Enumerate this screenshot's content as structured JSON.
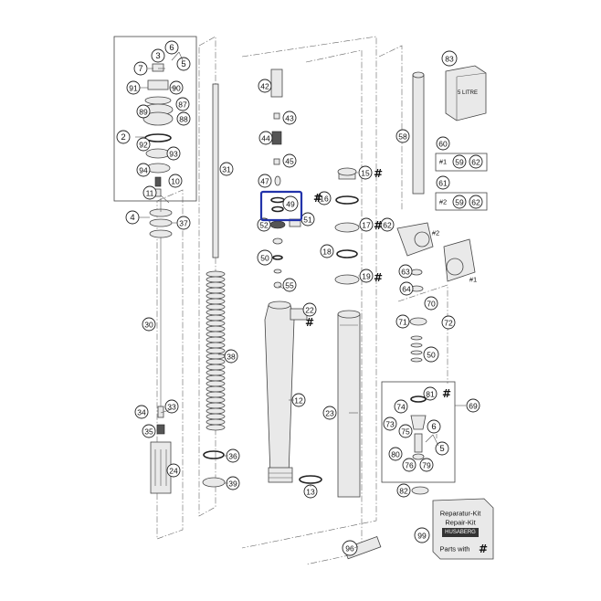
{
  "highlighted_part": "49",
  "callouts": [
    {
      "id": "3",
      "n": "3"
    },
    {
      "id": "6a",
      "n": "6"
    },
    {
      "id": "5a",
      "n": "5"
    },
    {
      "id": "7",
      "n": "7"
    },
    {
      "id": "91",
      "n": "91"
    },
    {
      "id": "90",
      "n": "90"
    },
    {
      "id": "87",
      "n": "87"
    },
    {
      "id": "89",
      "n": "89"
    },
    {
      "id": "88",
      "n": "88"
    },
    {
      "id": "2",
      "n": "2"
    },
    {
      "id": "92",
      "n": "92"
    },
    {
      "id": "93",
      "n": "93"
    },
    {
      "id": "94",
      "n": "94"
    },
    {
      "id": "10",
      "n": "10"
    },
    {
      "id": "11",
      "n": "11"
    },
    {
      "id": "4",
      "n": "4"
    },
    {
      "id": "37",
      "n": "37"
    },
    {
      "id": "30",
      "n": "30"
    },
    {
      "id": "34",
      "n": "34"
    },
    {
      "id": "33",
      "n": "33"
    },
    {
      "id": "35",
      "n": "35"
    },
    {
      "id": "24",
      "n": "24"
    },
    {
      "id": "31",
      "n": "31"
    },
    {
      "id": "38",
      "n": "38"
    },
    {
      "id": "36",
      "n": "36"
    },
    {
      "id": "39",
      "n": "39"
    },
    {
      "id": "42",
      "n": "42"
    },
    {
      "id": "43",
      "n": "43"
    },
    {
      "id": "44",
      "n": "44"
    },
    {
      "id": "45",
      "n": "45"
    },
    {
      "id": "47",
      "n": "47"
    },
    {
      "id": "49",
      "n": "49"
    },
    {
      "id": "52",
      "n": "52"
    },
    {
      "id": "51",
      "n": "51"
    },
    {
      "id": "50a",
      "n": "50"
    },
    {
      "id": "55",
      "n": "55"
    },
    {
      "id": "22",
      "n": "22"
    },
    {
      "id": "12",
      "n": "12"
    },
    {
      "id": "13",
      "n": "13"
    },
    {
      "id": "15",
      "n": "15"
    },
    {
      "id": "16",
      "n": "16"
    },
    {
      "id": "17",
      "n": "17"
    },
    {
      "id": "18",
      "n": "18"
    },
    {
      "id": "19",
      "n": "19"
    },
    {
      "id": "23",
      "n": "23"
    },
    {
      "id": "96",
      "n": "96"
    },
    {
      "id": "83",
      "n": "83"
    },
    {
      "id": "58",
      "n": "58"
    },
    {
      "id": "60",
      "n": "60"
    },
    {
      "id": "61",
      "n": "61"
    },
    {
      "id": "59a",
      "n": "59"
    },
    {
      "id": "62a",
      "n": "62"
    },
    {
      "id": "59b",
      "n": "59"
    },
    {
      "id": "62b",
      "n": "62"
    },
    {
      "id": "62c",
      "n": "62"
    },
    {
      "id": "63",
      "n": "63"
    },
    {
      "id": "64",
      "n": "64"
    },
    {
      "id": "70",
      "n": "70"
    },
    {
      "id": "71",
      "n": "71"
    },
    {
      "id": "72",
      "n": "72"
    },
    {
      "id": "50b",
      "n": "50"
    },
    {
      "id": "81",
      "n": "81"
    },
    {
      "id": "69",
      "n": "69"
    },
    {
      "id": "74",
      "n": "74"
    },
    {
      "id": "73",
      "n": "73"
    },
    {
      "id": "75",
      "n": "75"
    },
    {
      "id": "6b",
      "n": "6"
    },
    {
      "id": "5b",
      "n": "5"
    },
    {
      "id": "80",
      "n": "80"
    },
    {
      "id": "76",
      "n": "76"
    },
    {
      "id": "79",
      "n": "79"
    },
    {
      "id": "82",
      "n": "82"
    },
    {
      "id": "99",
      "n": "99"
    }
  ],
  "variant_marks": {
    "v1": "#1",
    "v2": "#2",
    "hash": "#"
  },
  "oil_can_text": "5 LITRE",
  "repair_kit": {
    "line1": "Reparatur-Kit",
    "line2": "Repair-Kit",
    "brand": "HUSABERG",
    "line3": "Parts with"
  }
}
